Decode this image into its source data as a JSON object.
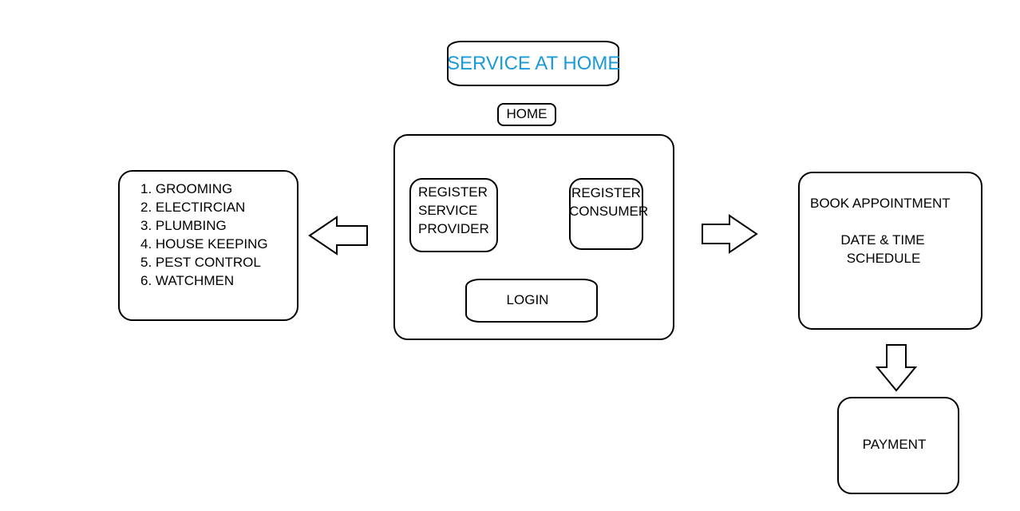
{
  "title": {
    "text": "SERVICE AT HOME",
    "color": "#1a9ad6"
  },
  "home_label": "HOME",
  "register_provider": [
    "REGISTER",
    "SERVICE",
    "PROVIDER"
  ],
  "register_consumer": [
    "REGISTER",
    "CONSUMER"
  ],
  "login_label": "LOGIN",
  "services": [
    "1. GROOMING",
    "2. ELECTIRCIAN",
    "3. PLUMBING",
    "4. HOUSE KEEPING",
    "5. PEST CONTROL",
    "6. WATCHMEN"
  ],
  "book_appointment": "BOOK APPOINTMENT",
  "schedule": [
    "DATE & TIME",
    "SCHEDULE"
  ],
  "payment_label": "PAYMENT",
  "icons": {
    "left": "arrow-left-icon",
    "right": "arrow-right-icon",
    "down": "arrow-down-icon"
  }
}
